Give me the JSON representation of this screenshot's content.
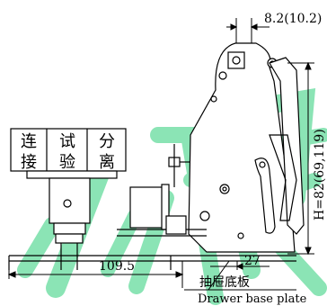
{
  "dimensions": {
    "top_dim": "8.2(10.2)",
    "height_dim": "H=82(69,119)",
    "small_dim": "27",
    "left_dim": "109.5"
  },
  "switch_labels": [
    {
      "line1": "连",
      "line2": "接"
    },
    {
      "line1": "试",
      "line2": "验"
    },
    {
      "line1": "分",
      "line2": "离"
    }
  ],
  "base_plate": {
    "label_cn": "抽屉底板",
    "label_en": "Drawer base plate"
  },
  "watermark": {
    "text": "州德",
    "color": "#2ecf7a"
  },
  "colors": {
    "line": "#000000",
    "watermark": "#2ecf7a"
  }
}
